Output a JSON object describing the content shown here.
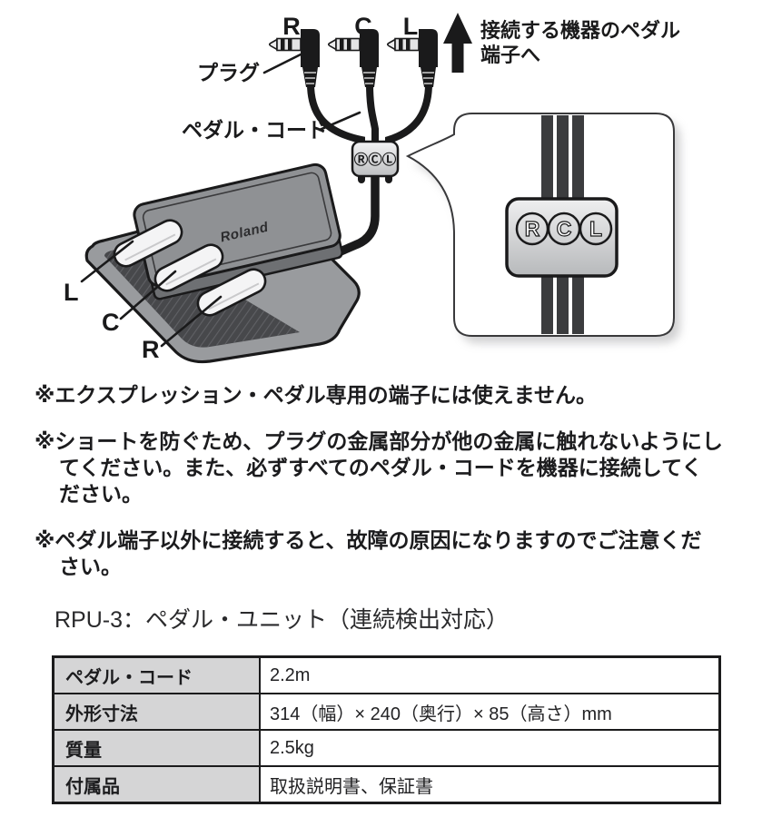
{
  "diagram": {
    "top_plug_labels": [
      "R",
      "C",
      "L"
    ],
    "arrow_note": {
      "line1": "接続する機器のペダル",
      "line2": "端子へ"
    },
    "plug_callout": "プラグ",
    "cord_callout": "ペダル・コード",
    "cable_tag_text": "ⓇⒸⓁ",
    "zoom_tag_letters": [
      "R",
      "C",
      "L"
    ],
    "pedal_labels": [
      "L",
      "C",
      "R"
    ],
    "brand_logo": "Roland"
  },
  "notes": [
    {
      "lines": [
        "※エクスプレッション・ペダル専用の端子には使えません。"
      ]
    },
    {
      "lines": [
        "※ショートを防ぐため、プラグの金属部分が他の金属に触れないようにし",
        "てください。また、必ずすべてのペダル・コードを機器に接続してく",
        "ださい。"
      ]
    },
    {
      "lines": [
        "※ペダル端子以外に接続すると、故障の原因になりますのでご注意くだ",
        "さい。"
      ]
    }
  ],
  "product_title": "RPU-3：ペダル・ユニット（連続検出対応）",
  "spec_table": {
    "rows": [
      {
        "label": "ペダル・コード",
        "value": "2.2m"
      },
      {
        "label": "外形寸法",
        "value": "314（幅）× 240（奥行）× 85（高さ）mm"
      },
      {
        "label": "質量",
        "value": "2.5kg"
      },
      {
        "label": "付属品",
        "value": "取扱説明書、保証書"
      }
    ]
  },
  "colors": {
    "ink": "#1a1a1b",
    "table_header_bg": "#d5d5d6",
    "pedal_body_gray": "#8f9194",
    "mat_dark": "#47484b"
  }
}
